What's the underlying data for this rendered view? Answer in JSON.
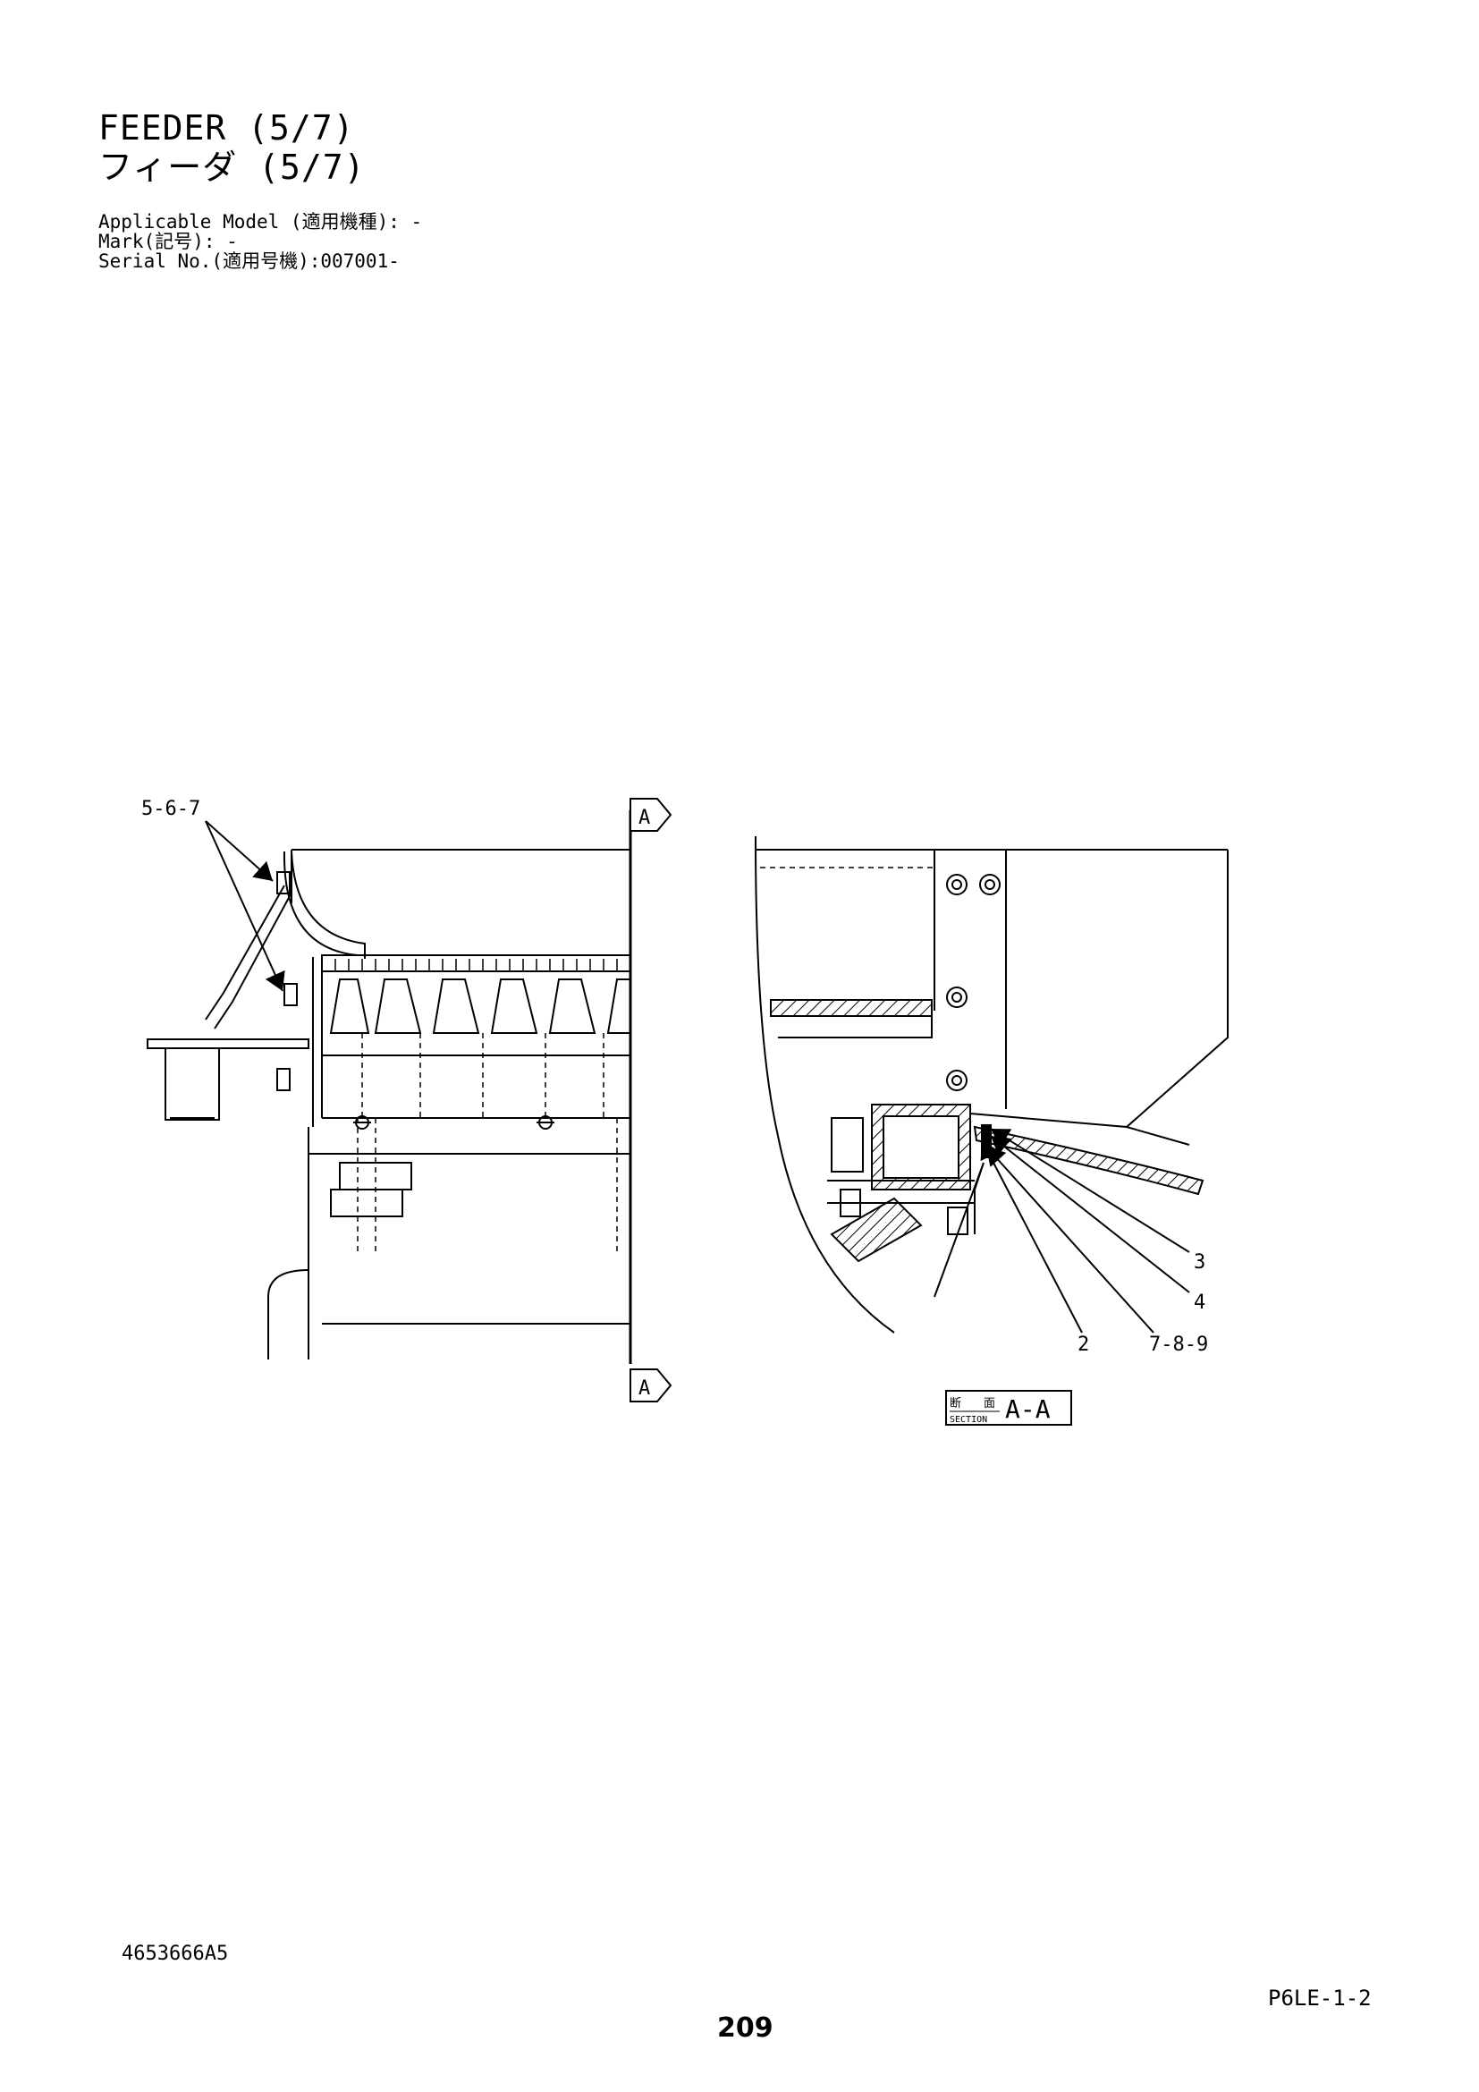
{
  "header": {
    "title_en": "FEEDER (5/7)",
    "title_jp": "フィーダ (5/7)",
    "applicable_model": "Applicable Model (適用機種): -",
    "mark": "Mark(記号): -",
    "serial_no": "Serial No.(適用号機):007001-"
  },
  "drawing": {
    "section_marker_top": "A",
    "section_marker_bottom": "A",
    "callouts": {
      "left_group": "5-6-7",
      "item_3": "3",
      "item_4": "4",
      "item_2": "2",
      "item_7_8_9": "7-8-9"
    },
    "section_label": {
      "jp_left": "断",
      "jp_right": "面",
      "en": "SECTION",
      "id": "A-A"
    }
  },
  "footer": {
    "drawing_number": "4653666A5",
    "sheet_code": "P6LE-1-2",
    "page_number": "209"
  }
}
